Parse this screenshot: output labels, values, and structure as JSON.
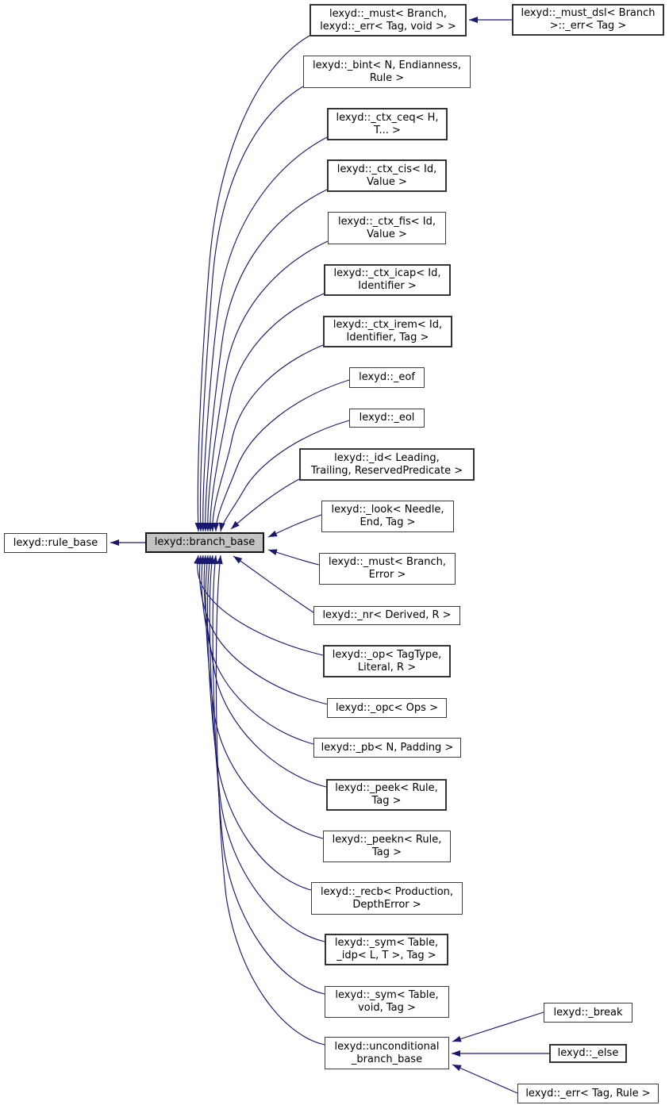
{
  "diagram": {
    "description": "Inheritance graph for lexyd::branch_base",
    "colors": {
      "edge": "#191970",
      "node_border": "#3d3d3d",
      "highlight_fill": "#c3c3c3",
      "highlight_border": "#141414",
      "node_fill": "#ffffff",
      "text": "#000000"
    },
    "nodes": [
      {
        "id": "rule-base",
        "label": "lexyd::rule_base"
      },
      {
        "id": "branch-base",
        "label": "lexyd::branch_base"
      },
      {
        "id": "must-branch-err",
        "label": "lexyd::_must< Branch,\nlexyd::_err< Tag, void > >"
      },
      {
        "id": "must-dsl-err",
        "label": "lexyd::_must_dsl< Branch\n>::_err< Tag >"
      },
      {
        "id": "bint",
        "label": "lexyd::_bint< N, Endianness,\nRule >"
      },
      {
        "id": "ctx-ceq",
        "label": "lexyd::_ctx_ceq< H,\nT... >"
      },
      {
        "id": "ctx-cis",
        "label": "lexyd::_ctx_cis< Id,\nValue >"
      },
      {
        "id": "ctx-fis",
        "label": "lexyd::_ctx_fis< Id,\nValue >"
      },
      {
        "id": "ctx-icap",
        "label": "lexyd::_ctx_icap< Id,\nIdentifier >"
      },
      {
        "id": "ctx-irem",
        "label": "lexyd::_ctx_irem< Id,\nIdentifier, Tag >"
      },
      {
        "id": "eof",
        "label": "lexyd::_eof"
      },
      {
        "id": "eol",
        "label": "lexyd::_eol"
      },
      {
        "id": "id",
        "label": "lexyd::_id< Leading,\nTrailing, ReservedPredicate >"
      },
      {
        "id": "look",
        "label": "lexyd::_look< Needle,\nEnd, Tag >"
      },
      {
        "id": "must-branch-error",
        "label": "lexyd::_must< Branch,\nError >"
      },
      {
        "id": "nr",
        "label": "lexyd::_nr< Derived, R >"
      },
      {
        "id": "op",
        "label": "lexyd::_op< TagType,\nLiteral, R >"
      },
      {
        "id": "opc",
        "label": "lexyd::_opc< Ops >"
      },
      {
        "id": "pb",
        "label": "lexyd::_pb< N, Padding >"
      },
      {
        "id": "peek",
        "label": "lexyd::_peek< Rule,\nTag >"
      },
      {
        "id": "peekn",
        "label": "lexyd::_peekn< Rule,\nTag >"
      },
      {
        "id": "recb",
        "label": "lexyd::_recb< Production,\nDepthError >"
      },
      {
        "id": "sym-idp",
        "label": "lexyd::_sym< Table,\n_idp< L, T >, Tag >"
      },
      {
        "id": "sym-void",
        "label": "lexyd::_sym< Table,\nvoid, Tag >"
      },
      {
        "id": "unconditional-branch-base",
        "label": "lexyd::unconditional\n_branch_base"
      },
      {
        "id": "break",
        "label": "lexyd::_break"
      },
      {
        "id": "else",
        "label": "lexyd::_else"
      },
      {
        "id": "err-tag-rule",
        "label": "lexyd::_err< Tag, Rule >"
      }
    ]
  }
}
